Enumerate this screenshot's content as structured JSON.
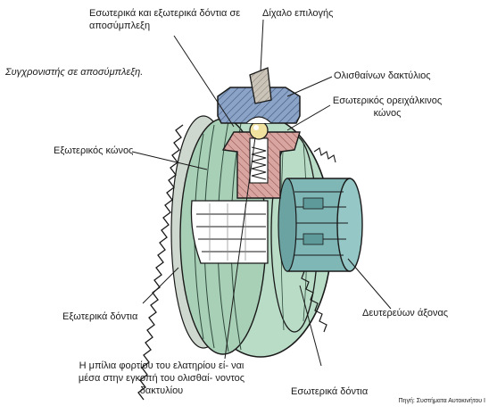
{
  "subtitle": "Συγχρονιστής σε αποσύμπλεξη.",
  "source": "Πηγή: Συστήματα Αυτοκινήτου Ι",
  "labels": {
    "inner_outer_teeth": "Εσωτερικά και εξωτερικά δόντια σε αποσύμπλεξη",
    "selector_fork": "Δίχαλο επιλογής",
    "sliding_ring": "Ολισθαίνων δακτύλιος",
    "inner_brass_cone": "Εσωτερικός ορειχάλκινος κώνος",
    "outer_cone": "Εξωτερικός κώνος",
    "outer_teeth": "Εξωτερικά δόντια",
    "secondary_shaft": "Δευτερεύων άξονας",
    "ball_note": "Η μπίλια φορτίου του ελατηρίου εί- ναι μέσα στην εγκοπή του ολισθαί- νοντος δακτυλίου",
    "inner_teeth": "Εσωτερικά δόντια"
  },
  "colors": {
    "gear_green": "#b9dcc6",
    "gear_dark": "#2f4a3c",
    "shaft_teal": "#7fb7b6",
    "fork_gray": "#a9a39a",
    "ring_blue": "#8aa3c6",
    "cone_pink": "#d9a5a0",
    "ball_yellow": "#f2e2a0",
    "line": "#1a1a1a"
  }
}
